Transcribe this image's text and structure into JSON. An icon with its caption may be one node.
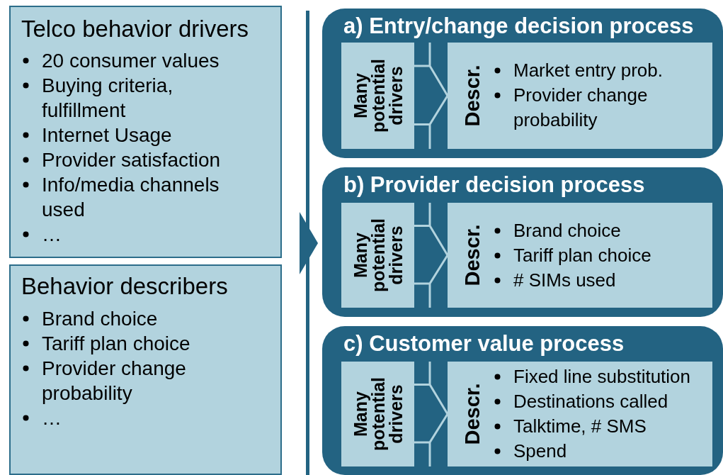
{
  "diagram": {
    "nodes": [
      {
        "text": [
          "Telco behavior drivers",
          "20 consumer values",
          "Buying criteria, fulfillment",
          "Internet Usage",
          "Provider satisfaction",
          "Info/media channels used",
          "…"
        ]
      },
      {
        "text": [
          "Behavior describers",
          "Brand choice",
          "Tariff plan choice",
          "Provider change probability",
          "…"
        ]
      },
      {
        "text": [
          "a) Entry/change decision process"
        ]
      },
      {
        "text": [
          "Many potential drivers"
        ],
        "in": 2
      },
      {
        "text": [
          "Descr.",
          "Market entry prob.",
          "Provider change probability"
        ],
        "in": 2
      },
      {
        "text": [
          "b) Provider decision process"
        ]
      },
      {
        "text": [
          "Many potential drivers"
        ],
        "in": 5
      },
      {
        "text": [
          "Descr.",
          "Brand choice",
          "Tariff plan choice",
          "# SIMs used"
        ],
        "in": 5
      },
      {
        "text": [
          "c) Customer value process"
        ]
      },
      {
        "text": [
          "Many potential drivers"
        ],
        "in": 8
      },
      {
        "text": [
          "Descr.",
          "Fixed line substitution",
          "Destinations called",
          "Talktime, # SMS",
          "Spend"
        ],
        "in": 8
      }
    ],
    "edges": [
      {
        "from": 3,
        "to": 4,
        "arrow": "none"
      },
      {
        "from": 6,
        "to": 7,
        "arrow": "none"
      },
      {
        "from": 9,
        "to": 10,
        "arrow": "none"
      }
    ]
  }
}
